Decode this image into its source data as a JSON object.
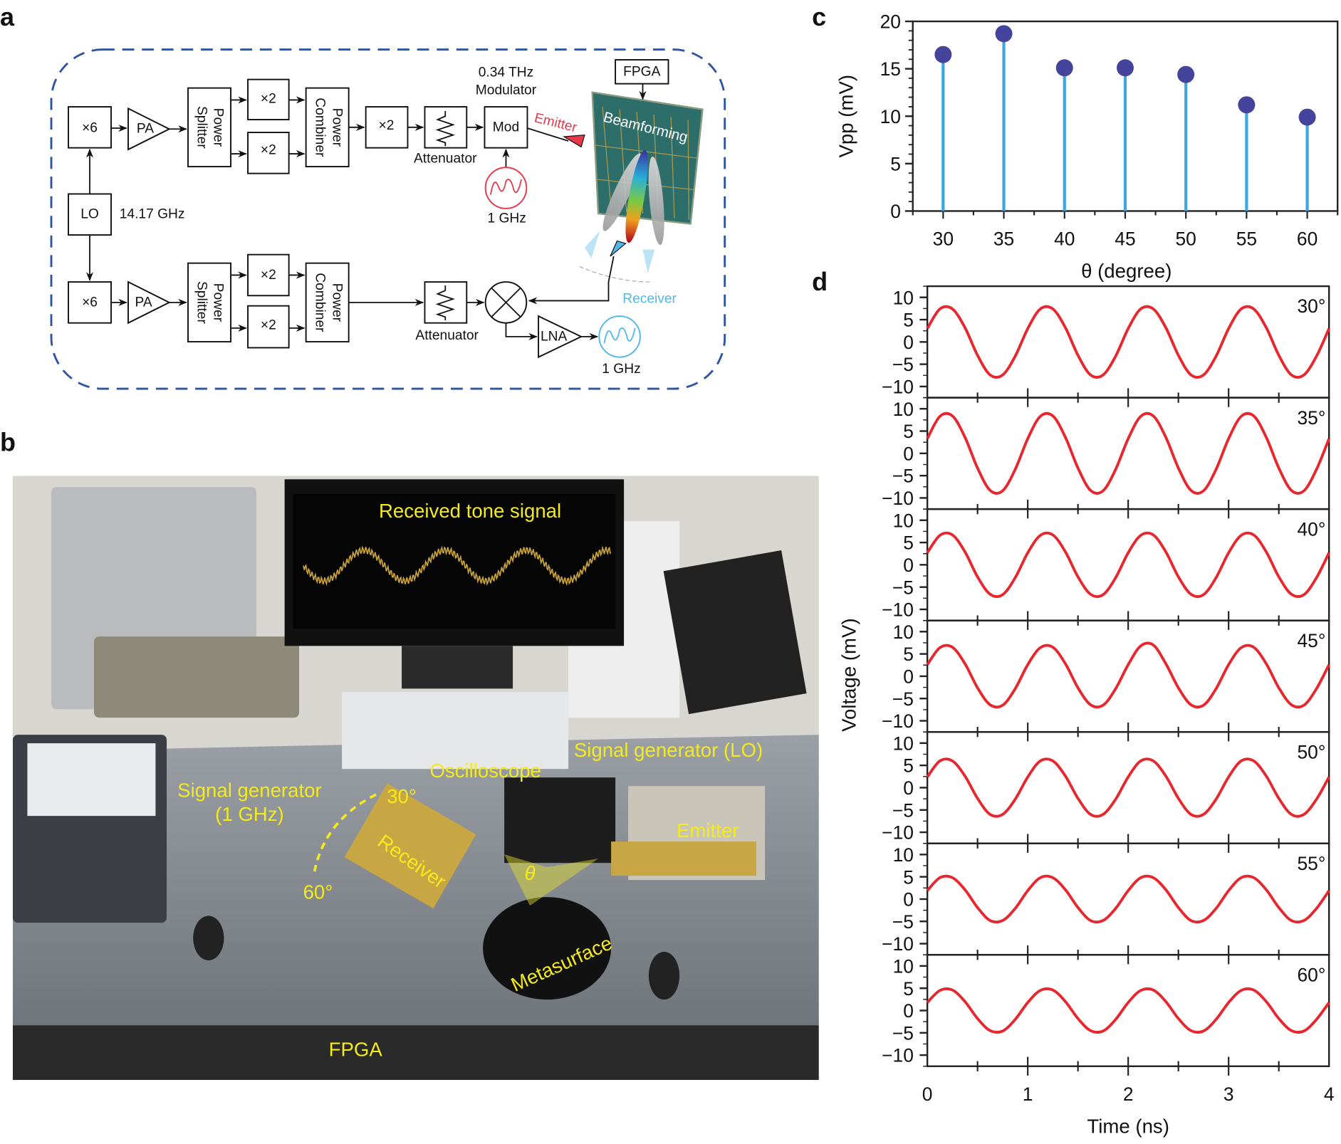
{
  "panel_labels": {
    "a": "a",
    "b": "b",
    "c": "c",
    "d": "d"
  },
  "diagram": {
    "mult6_top": "×6",
    "pa_top": "PA",
    "splitter_power": "Power",
    "splitter_word": "Splitter",
    "combiner_power": "Power",
    "combiner_word": "Combiner",
    "mult2": "×2",
    "attenuator": "Attenuator",
    "mod": "Mod",
    "modulator_freq": "0.34 THz",
    "modulator_label": "Modulator",
    "emitter": "Emitter",
    "source_freq_top": "1 GHz",
    "fpga": "FPGA",
    "beamforming": "Beamforming",
    "lo": "LO",
    "lo_freq": "14.17 GHz",
    "mult6_bottom": "×6",
    "pa_bottom": "PA",
    "lna": "LNA",
    "receiver": "Receiver",
    "source_freq_bottom": "1 GHz",
    "colors": {
      "frame": "#2f55a0",
      "emitter": "#e8394a",
      "receiver": "#4fb8ea",
      "metasurface": "#2e6e6a"
    }
  },
  "photo": {
    "received_tone": "Received tone signal",
    "siggen_1ghz_line1": "Signal generator",
    "siggen_1ghz_line2": "(1 GHz)",
    "oscilloscope": "Oscilloscope",
    "siggen_lo": "Signal generator (LO)",
    "angle_30": "30°",
    "angle_60": "60°",
    "receiver": "Receiver",
    "emitter": "Emitter",
    "theta": "θ",
    "metasurface": "Metasurface",
    "fpga": "FPGA",
    "label_color": "#f4ea1c"
  },
  "chart_data": [
    {
      "type": "scatter",
      "style": "stem",
      "x": [
        30,
        35,
        40,
        45,
        50,
        55,
        60
      ],
      "y": [
        16.5,
        18.7,
        15.1,
        15.1,
        14.4,
        11.2,
        9.9
      ],
      "xlabel": "θ (degree)",
      "ylabel": "Vpp (mV)",
      "xlim": [
        27.5,
        62.5
      ],
      "ylim": [
        0,
        20
      ],
      "xticks": [
        30,
        35,
        40,
        45,
        50,
        55,
        60
      ],
      "yticks": [
        0,
        5,
        10,
        15,
        20
      ],
      "grid": false,
      "colors": {
        "stem": "#3ba7e0",
        "marker": "#45449c"
      }
    },
    {
      "type": "line",
      "xlabel": "Time (ns)",
      "ylabel": "Voltage (mV)",
      "xlim": [
        0,
        4
      ],
      "ylim": [
        -12.5,
        12.5
      ],
      "xticks": [
        0,
        1,
        2,
        3,
        4
      ],
      "yticks": [
        -10,
        -5,
        0,
        5,
        10
      ],
      "grid": false,
      "color": "#e8262d",
      "x": [
        0,
        0.125,
        0.25,
        0.375,
        0.5,
        0.625,
        0.75,
        0.875,
        1,
        1.125,
        1.25,
        1.375,
        1.5,
        1.625,
        1.75,
        1.875,
        2,
        2.125,
        2.25,
        2.375,
        2.5,
        2.625,
        2.75,
        2.875,
        3,
        3.125,
        3.25,
        3.375,
        3.5,
        3.625,
        3.75,
        3.875,
        4
      ],
      "series": [
        {
          "label": "30°",
          "values": [
            3.0,
            7.4,
            7.4,
            3.2,
            -3.0,
            -7.4,
            -7.4,
            -3.2,
            3.0,
            7.4,
            7.4,
            3.2,
            -3.0,
            -7.4,
            -7.4,
            -3.2,
            3.0,
            7.4,
            7.4,
            3.2,
            -3.0,
            -7.4,
            -7.4,
            -3.2,
            3.0,
            7.4,
            7.4,
            3.2,
            -3.0,
            -7.4,
            -7.4,
            -3.2,
            3.0
          ]
        },
        {
          "label": "35°",
          "values": [
            3.3,
            8.3,
            8.4,
            3.6,
            -3.3,
            -8.3,
            -8.4,
            -3.6,
            3.3,
            8.3,
            8.4,
            3.6,
            -3.3,
            -8.3,
            -8.4,
            -3.6,
            3.3,
            8.3,
            8.4,
            3.6,
            -3.3,
            -8.3,
            -8.4,
            -3.6,
            3.3,
            8.3,
            8.4,
            3.6,
            -3.3,
            -8.3,
            -8.4,
            -3.6,
            3.3
          ]
        },
        {
          "label": "40°",
          "values": [
            2.7,
            6.6,
            6.7,
            2.9,
            -2.7,
            -6.6,
            -6.7,
            -2.9,
            2.7,
            6.6,
            6.7,
            2.9,
            -2.7,
            -6.6,
            -6.7,
            -2.9,
            2.7,
            6.6,
            6.7,
            2.9,
            -2.7,
            -6.6,
            -6.7,
            -2.9,
            2.7,
            6.6,
            6.7,
            2.9,
            -2.7,
            -6.6,
            -6.7,
            -2.9,
            2.7
          ]
        },
        {
          "label": "45°",
          "values": [
            2.6,
            6.4,
            6.5,
            2.8,
            -2.6,
            -6.4,
            -6.5,
            -2.8,
            2.6,
            6.4,
            6.5,
            2.8,
            -2.6,
            -6.4,
            -6.5,
            -2.8,
            2.6,
            6.8,
            7.0,
            2.8,
            -2.6,
            -6.4,
            -6.5,
            -2.8,
            2.6,
            6.4,
            6.5,
            2.8,
            -2.6,
            -6.4,
            -6.5,
            -2.8,
            2.6
          ]
        },
        {
          "label": "50°",
          "values": [
            2.4,
            6.0,
            6.0,
            2.6,
            -2.4,
            -6.0,
            -6.0,
            -2.6,
            2.4,
            6.0,
            6.0,
            2.6,
            -2.4,
            -6.0,
            -6.0,
            -2.6,
            2.4,
            6.0,
            6.0,
            2.6,
            -2.4,
            -6.0,
            -6.0,
            -2.6,
            2.4,
            6.0,
            6.0,
            2.6,
            -2.4,
            -6.0,
            -6.0,
            -2.6,
            2.4
          ]
        },
        {
          "label": "55°",
          "values": [
            1.9,
            4.8,
            4.8,
            2.1,
            -1.9,
            -4.8,
            -4.8,
            -2.1,
            1.9,
            4.8,
            4.8,
            2.1,
            -1.9,
            -4.8,
            -4.8,
            -2.1,
            1.9,
            4.8,
            4.8,
            2.1,
            -1.9,
            -4.8,
            -4.8,
            -2.1,
            1.9,
            4.8,
            4.8,
            2.1,
            -1.9,
            -4.8,
            -4.8,
            -2.1,
            1.9
          ]
        },
        {
          "label": "60°",
          "values": [
            1.8,
            4.5,
            4.6,
            2.0,
            -1.8,
            -4.5,
            -4.6,
            -2.0,
            1.8,
            4.5,
            4.6,
            2.0,
            -1.8,
            -4.5,
            -4.6,
            -2.0,
            1.8,
            4.5,
            4.6,
            2.0,
            -1.8,
            -4.5,
            -4.6,
            -2.0,
            1.8,
            4.5,
            4.6,
            2.0,
            -1.8,
            -4.5,
            -4.6,
            -2.0,
            1.8
          ]
        }
      ]
    }
  ]
}
